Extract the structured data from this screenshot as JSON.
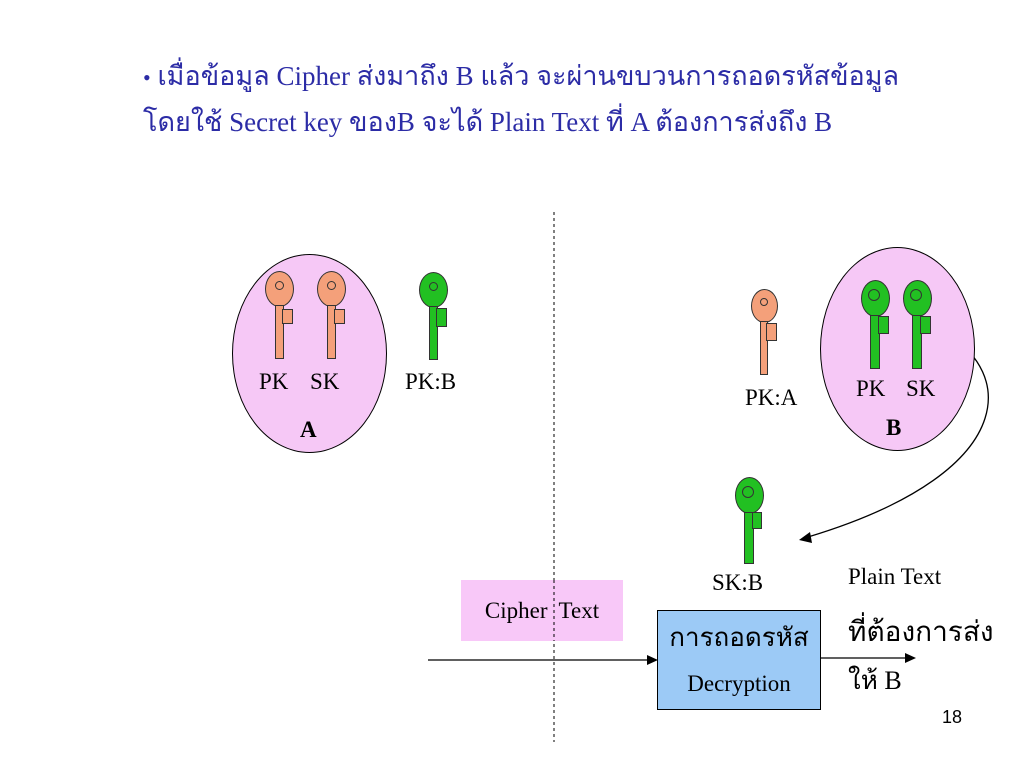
{
  "slide": {
    "bullet": "•",
    "line1": "เมื่อข้อมูล Cipher ส่งมาถึง B แล้ว  จะผ่านขบวนการถอดรหัสข้อมูล",
    "line2": "โดยใช้  Secret key ของB จะได้ Plain Text ที่ A ต้องการส่งถึง B",
    "page_number": "18"
  },
  "diagram": {
    "party_a": {
      "name": "A",
      "keys": [
        "PK",
        "SK"
      ]
    },
    "party_b": {
      "name": "B",
      "keys": [
        "PK",
        "SK"
      ]
    },
    "pk_b_label": "PK:B",
    "pk_a_label": "PK:A",
    "sk_b_label": "SK:B",
    "cipher_text": "Cipher  Text",
    "decryption_thai": "การถอดรหัส",
    "decryption_en": "Decryption",
    "output_line1": "Plain Text",
    "output_line2": "ที่ต้องการส่ง",
    "output_line3": "ให้ B"
  },
  "colors": {
    "title": "#2c2ca6",
    "ellipse_fill": "#f6c8f6",
    "key_a": "#f4a07a",
    "key_b": "#22c022",
    "cipher_fill": "#f8c8f8",
    "decryption_fill": "#9ccaf6"
  }
}
